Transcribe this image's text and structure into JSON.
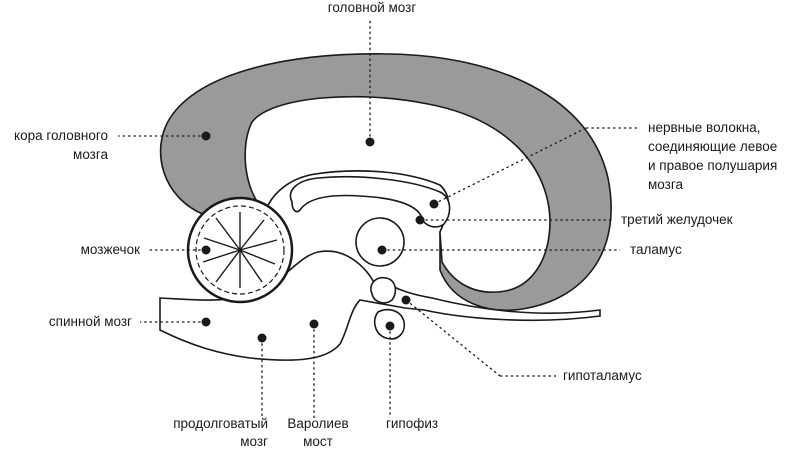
{
  "labels": {
    "brain": "головной мозг",
    "cortex_line1": "кора головного",
    "cortex_line2": "мозга",
    "fibers_line1": "нервные волокна,",
    "fibers_line2": "соединяющие левое",
    "fibers_line3": "и правое полушария",
    "fibers_line4": "мозга",
    "third_ventricle": "третий желудочек",
    "cerebellum": "мозжечок",
    "thalamus": "таламус",
    "spinal_cord": "спинной мозг",
    "hypothalamus": "гипоталамус",
    "medulla_line1": "продолговатый",
    "medulla_line2": "мозг",
    "pons_line1": "Варолиев",
    "pons_line2": "мост",
    "pituitary": "гипофиз"
  },
  "colors": {
    "cortex_fill": "#9a9a9a",
    "outline": "#1a1a1a",
    "background": "#ffffff"
  }
}
